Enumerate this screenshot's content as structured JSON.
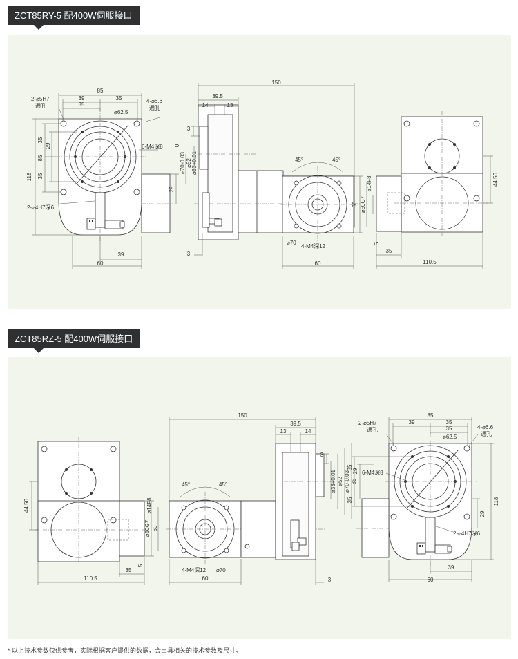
{
  "section1": {
    "title": "ZCT85RY-5 配400W伺服接口",
    "labels": {
      "d85": "85",
      "d39": "39",
      "d35a": "35",
      "d35b": "35",
      "hole_top": "2-⌀5H7",
      "hole_top2": "通孔",
      "hole_right": "4-⌀6.6",
      "hole_right2": "通孔",
      "d62": "⌀62.5",
      "m4": "6-M4深8",
      "d118": "118",
      "d85v": "85",
      "d35v": "35",
      "d29v": "29",
      "d35v2": "35",
      "d29r": "29",
      "bottom_hole": "2-⌀4H7深6",
      "d39b": "39",
      "d60b": "60",
      "s150": "150",
      "s395": "39.5",
      "s14": "14",
      "s13": "13",
      "s3a": "3",
      "s3b": "3",
      "s70": "⌀70-0.03",
      "s52": "⌀52",
      "s33": "⌀33+0.01",
      "s0": "0",
      "a45a": "45°",
      "a45b": "45°",
      "f70": "⌀70",
      "fm4": "4-M4深12",
      "f60": "60",
      "f60v": "60",
      "f50": "⌀50G7",
      "f14": "⌀14F8",
      "r4456": "44.56",
      "r35": "35",
      "r1105": "110.5",
      "r5": "5"
    }
  },
  "section2": {
    "title": "ZCT85RZ-5 配400W伺服接口",
    "labels": {
      "l4456": "44.56",
      "l1105": "110.5",
      "l35": "35",
      "l5": "5",
      "l50": "⌀50G7",
      "l60v": "60",
      "l14": "⌀14F8",
      "m150": "150",
      "m395": "39.5",
      "m13": "13",
      "m14": "14",
      "m3a": "3",
      "m3b": "3",
      "m33": "⌀33+0.01",
      "m52": "⌀52",
      "m70": "⌀70-0.03",
      "m85": "85",
      "ma45a": "45°",
      "ma45b": "45°",
      "mm4": "4-M4深12",
      "m70f": "⌀70",
      "m60": "60",
      "r85": "85",
      "r39": "39",
      "r35a": "35",
      "r35b": "35",
      "rhole_top": "2-⌀5H7",
      "rhole_top2": "通孔",
      "rhole_right": "4-⌀6.6",
      "rhole_right2": "通孔",
      "r62": "⌀62.5",
      "rm4": "6-M4深8",
      "r35v": "35",
      "r29v": "29",
      "r35v2": "35",
      "r118": "118",
      "r29r": "29",
      "rbottom": "2-⌀4H7深6",
      "r39b": "39",
      "r60b": "60"
    }
  },
  "footnote": "* 以上技术参数仅供参考，实际根据客户提供的数据，会出具相关的技术参数及尺寸。"
}
